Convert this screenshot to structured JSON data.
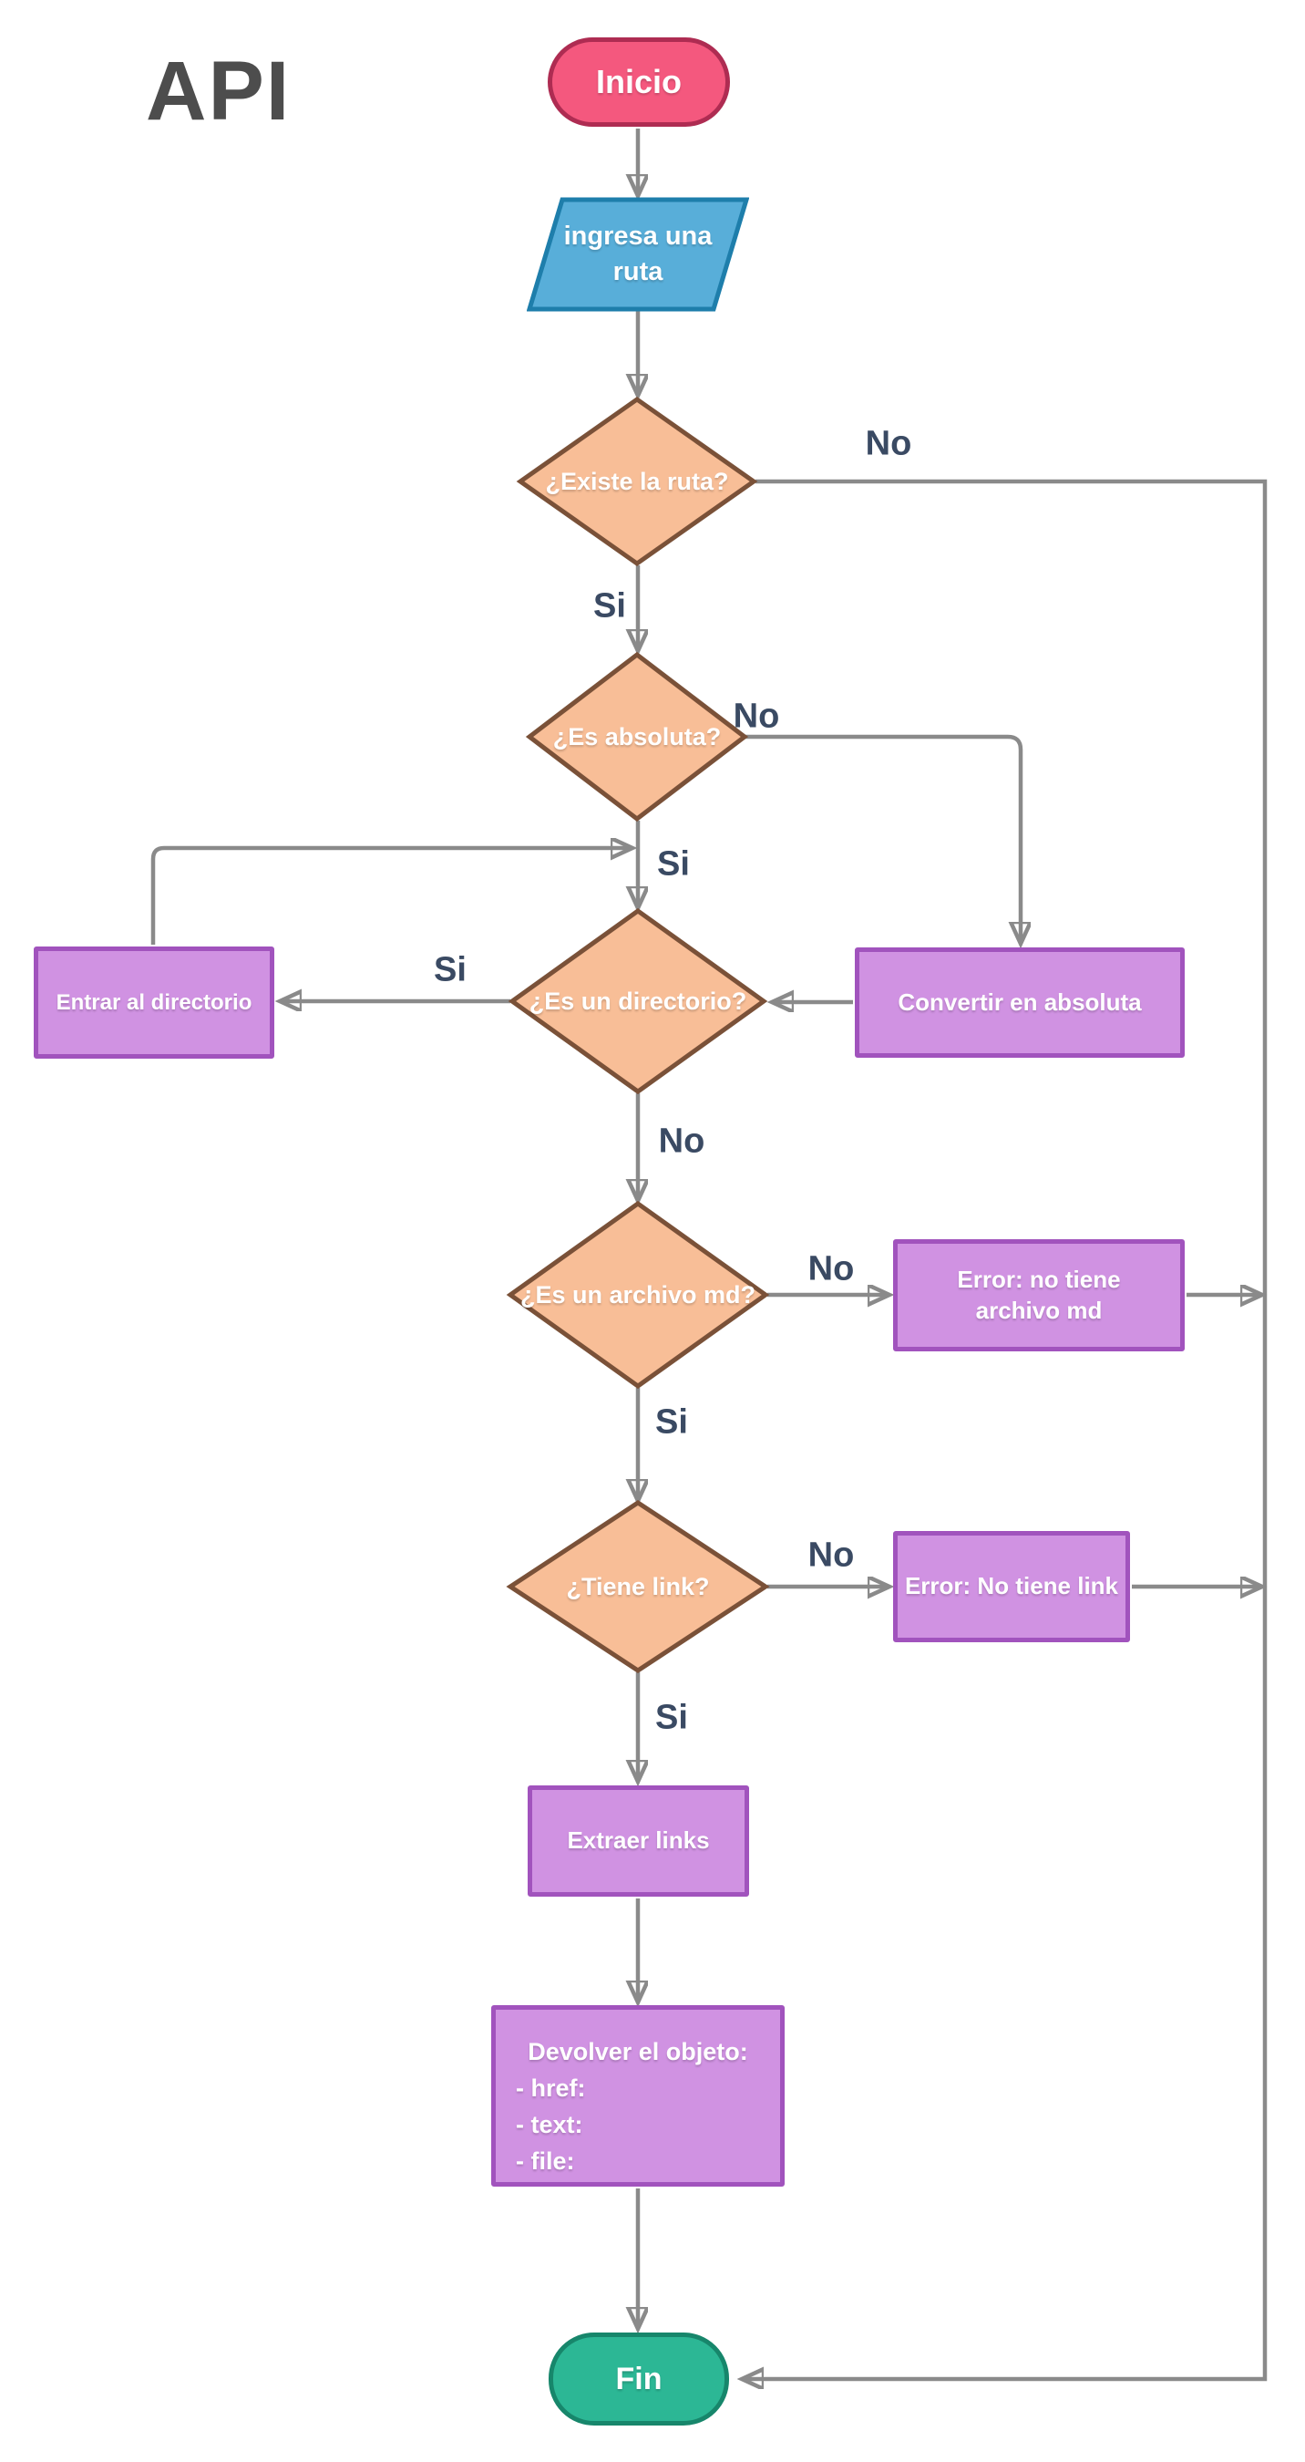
{
  "page": {
    "title": "API"
  },
  "colors": {
    "background": "#FFFFFF",
    "connector": "#8A8A8A",
    "edge_label_text": "#3A4A63",
    "title_text": "#4D4D4D",
    "start_fill": "#F4587E",
    "start_border": "#AE2C52",
    "io_fill": "#58AED9",
    "io_border": "#1E7EAB",
    "decision_fill": "#F8BE97",
    "decision_border": "#7A5138",
    "process_fill": "#D092E2",
    "process_border": "#A153BD",
    "end_fill": "#2CB795",
    "end_border": "#17866B"
  },
  "nodes": {
    "start": {
      "label": "Inicio",
      "type": "terminator"
    },
    "input_route": {
      "label": "ingresa una ruta",
      "type": "input-output"
    },
    "exists_route": {
      "label": "¿Existe la ruta?",
      "type": "decision"
    },
    "is_absolute": {
      "label": "¿Es absoluta?",
      "type": "decision"
    },
    "is_directory": {
      "label": "¿Es un directorio?",
      "type": "decision"
    },
    "enter_directory": {
      "label": "Entrar al directorio",
      "type": "process"
    },
    "convert_absolute": {
      "label": "Convertir en absoluta",
      "type": "process"
    },
    "is_md_file": {
      "label": "¿Es un archivo md?",
      "type": "decision"
    },
    "error_no_md": {
      "label": "Error: no tiene archivo md",
      "type": "process"
    },
    "has_link": {
      "label": "¿Tiene link?",
      "type": "decision"
    },
    "error_no_link": {
      "label": "Error: No tiene link",
      "type": "process"
    },
    "extract_links": {
      "label": "Extraer links",
      "type": "process"
    },
    "return_object": {
      "lines": [
        "Devolver el objeto:",
        "- href:",
        "- text:",
        "- file:"
      ],
      "type": "process"
    },
    "end": {
      "label": "Fin",
      "type": "terminator"
    }
  },
  "edge_labels": {
    "exists_no": "No",
    "exists_si": "Si",
    "absolute_no": "No",
    "absolute_si": "Si",
    "directory_si": "Si",
    "directory_no": "No",
    "md_no": "No",
    "md_si": "Si",
    "link_no": "No",
    "link_si": "Si"
  }
}
